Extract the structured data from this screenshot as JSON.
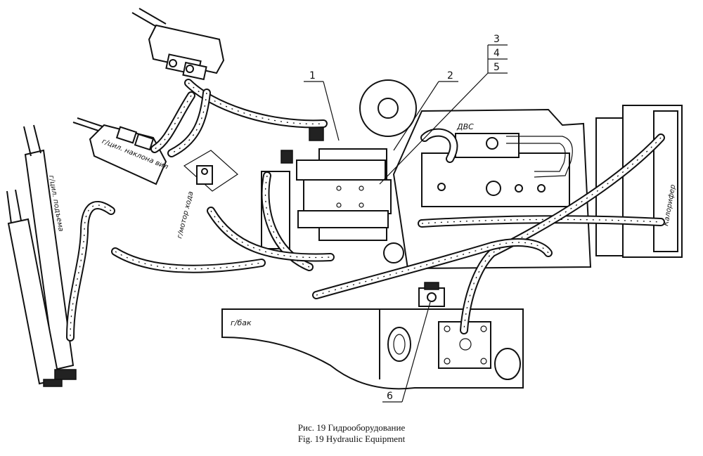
{
  "figure": {
    "caption_ru": "Рис. 19 Гидрооборудование",
    "caption_en": "Fig. 19 Hydraulic Equipment"
  },
  "callouts": [
    "1",
    "2",
    "3",
    "4",
    "5",
    "6"
  ],
  "labels": {
    "engine": "ДВС",
    "heater": "Калорифер",
    "tank": "г/бак",
    "travel_motor": "г/мотор хода",
    "lift_cylinder": "г/цил. подъема",
    "tilt_cylinder": "г/цил. наклона вил"
  }
}
